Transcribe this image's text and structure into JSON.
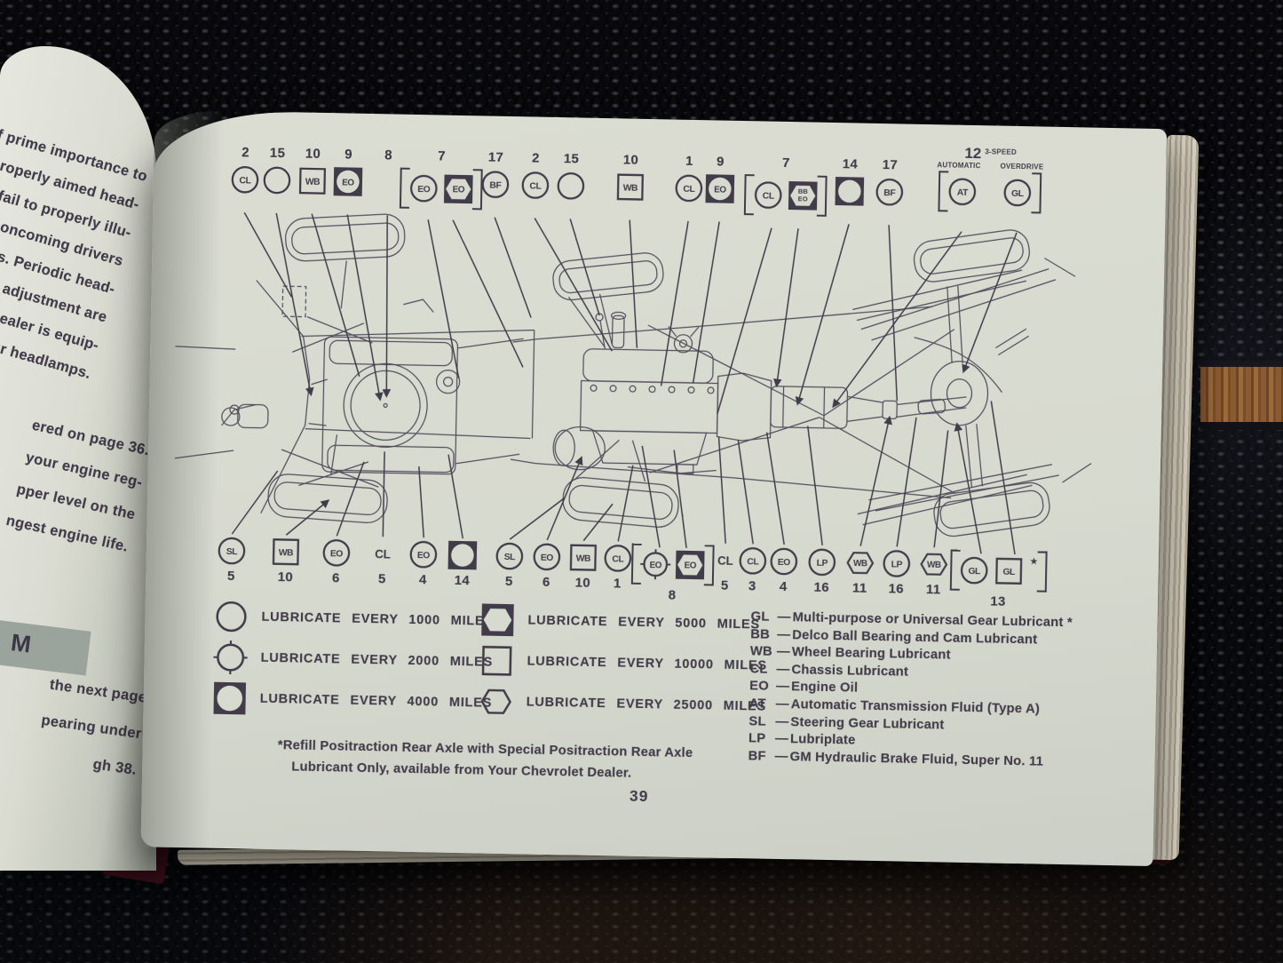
{
  "colors": {
    "ink": "#423b49",
    "paper": "#d7dacf",
    "highlight_bar": "#9ba39d"
  },
  "left_page": {
    "top_lines": [
      "of prime importance to",
      "properly aimed head-",
      "y fail to properly illu-",
      "lind oncoming drivers",
      "eams. Periodic head-",
      "and adjustment are",
      "olet Dealer is equip-",
      "your headlamps."
    ],
    "middle_lines": [
      "ered on page 36.",
      "your engine reg-",
      "pper level on the",
      "ngest engine life."
    ],
    "section_heading_fragment": "M",
    "bottom_lines": [
      "the next page",
      "pearing under",
      "gh 38."
    ]
  },
  "right_page": {
    "page_number": "39",
    "top_symbols": [
      {
        "number": "2",
        "shapes": [
          {
            "shape": "circle",
            "label": "CL"
          }
        ]
      },
      {
        "number": "15",
        "shapes": [
          {
            "shape": "circle",
            "label": ""
          }
        ]
      },
      {
        "number": "10",
        "shapes": [
          {
            "shape": "square",
            "label": "WB"
          }
        ]
      },
      {
        "number": "9",
        "shapes": [
          {
            "shape": "sq-circle",
            "label": "EO"
          }
        ]
      },
      {
        "number": "8",
        "shapes": []
      },
      {
        "number": "7",
        "bracket": true,
        "shapes": [
          {
            "shape": "circle",
            "label": "EO"
          },
          {
            "shape": "sq-hex",
            "label": "EO"
          }
        ]
      },
      {
        "number": "17",
        "shapes": [
          {
            "shape": "circle",
            "label": "BF"
          }
        ]
      },
      {
        "number": "2",
        "shapes": [
          {
            "shape": "circle",
            "label": "CL"
          }
        ]
      },
      {
        "number": "15",
        "shapes": [
          {
            "shape": "circle",
            "label": ""
          }
        ]
      },
      {
        "number": "10",
        "shapes": [
          {
            "shape": "square",
            "label": "WB"
          }
        ]
      },
      {
        "number": "1",
        "shapes": [
          {
            "shape": "circle",
            "label": "CL"
          }
        ]
      },
      {
        "number": "9",
        "shapes": [
          {
            "shape": "sq-circle",
            "label": "EO"
          }
        ]
      },
      {
        "number": "7",
        "bracket": true,
        "shapes": [
          {
            "shape": "circle",
            "label": "CL"
          },
          {
            "shape": "sq-hex",
            "label": "BB EO"
          }
        ]
      },
      {
        "number": "14",
        "shapes": [
          {
            "shape": "sq-circle",
            "label": ""
          }
        ]
      },
      {
        "number": "17",
        "shapes": [
          {
            "shape": "circle",
            "label": "BF"
          }
        ]
      }
    ],
    "overdrive": {
      "number": "12",
      "speed_label": "3-SPEED",
      "col_left": "AUTOMATIC",
      "col_right": "OVERDRIVE",
      "shapes": [
        {
          "shape": "circle",
          "label": "AT"
        },
        {
          "shape": "circle",
          "label": "GL"
        }
      ]
    },
    "bottom_symbols": [
      {
        "number": "5",
        "shapes": [
          {
            "shape": "circle",
            "label": "SL"
          }
        ]
      },
      {
        "number": "10",
        "shapes": [
          {
            "shape": "square",
            "label": "WB"
          }
        ]
      },
      {
        "number": "6",
        "shapes": [
          {
            "shape": "circle",
            "label": "EO"
          }
        ]
      },
      {
        "number": "5",
        "shapes": [
          {
            "shape": "text",
            "label": "CL"
          }
        ]
      },
      {
        "number": "4",
        "shapes": [
          {
            "shape": "circle",
            "label": "EO"
          }
        ]
      },
      {
        "number": "14",
        "shapes": [
          {
            "shape": "sq-circle",
            "label": ""
          }
        ]
      },
      {
        "number": "5",
        "shapes": [
          {
            "shape": "circle",
            "label": "SL"
          }
        ]
      },
      {
        "number": "6",
        "shapes": [
          {
            "shape": "circle",
            "label": "EO"
          }
        ]
      },
      {
        "number": "10",
        "shapes": [
          {
            "shape": "square",
            "label": "WB"
          }
        ]
      },
      {
        "number": "1",
        "shapes": [
          {
            "shape": "circle",
            "label": "CL"
          }
        ]
      },
      {
        "number": "8",
        "bracket": true,
        "shapes": [
          {
            "shape": "circle-ticks",
            "label": "EO"
          },
          {
            "shape": "sq-hex",
            "label": "EO"
          }
        ]
      },
      {
        "number": "5",
        "shapes": [
          {
            "shape": "text",
            "label": "CL"
          }
        ]
      },
      {
        "number": "3",
        "shapes": [
          {
            "shape": "circle",
            "label": "CL"
          }
        ]
      },
      {
        "number": "4",
        "shapes": [
          {
            "shape": "circle",
            "label": "EO"
          }
        ]
      },
      {
        "number": "16",
        "shapes": [
          {
            "shape": "circle",
            "label": "LP"
          }
        ]
      },
      {
        "number": "11",
        "shapes": [
          {
            "shape": "hex",
            "label": "WB"
          }
        ]
      },
      {
        "number": "16",
        "shapes": [
          {
            "shape": "circle",
            "label": "LP"
          }
        ]
      },
      {
        "number": "11",
        "shapes": [
          {
            "shape": "hex",
            "label": "WB"
          }
        ]
      },
      {
        "number": "13",
        "bracket": true,
        "shapes": [
          {
            "shape": "circle",
            "label": "GL"
          },
          {
            "shape": "square",
            "label": "GL"
          },
          {
            "shape": "star",
            "label": "★"
          }
        ]
      }
    ],
    "legend": [
      {
        "shape": "circle",
        "label": "LUBRICATE EVERY 1000 MILES"
      },
      {
        "shape": "circle-ticks",
        "label": "LUBRICATE EVERY 2000 MILES"
      },
      {
        "shape": "sq-circle",
        "label": "LUBRICATE EVERY 4000 MILES"
      },
      {
        "shape": "sq-hex",
        "label": "LUBRICATE EVERY 5000 MILES"
      },
      {
        "shape": "square",
        "label": "LUBRICATE EVERY 10000 MILES"
      },
      {
        "shape": "hex",
        "label": "LUBRICATE EVERY 25000 MILES"
      }
    ],
    "abbreviations": [
      {
        "code": "GL",
        "desc": "Multi-purpose or Universal Gear Lubricant *"
      },
      {
        "code": "BB",
        "desc": "Delco Ball Bearing and Cam Lubricant"
      },
      {
        "code": "WB",
        "desc": "Wheel Bearing Lubricant"
      },
      {
        "code": "CL",
        "desc": "Chassis Lubricant"
      },
      {
        "code": "EO",
        "desc": "Engine Oil"
      },
      {
        "code": "AT",
        "desc": "Automatic Transmission Fluid (Type A)"
      },
      {
        "code": "SL",
        "desc": "Steering Gear Lubricant"
      },
      {
        "code": "LP",
        "desc": "Lubriplate"
      },
      {
        "code": "BF",
        "desc": "GM Hydraulic Brake Fluid, Super No. 11"
      }
    ],
    "footnote_lines": [
      "*Refill Positraction Rear Axle with Special Positraction Rear Axle",
      "Lubricant Only, available from Your Chevrolet Dealer."
    ]
  }
}
